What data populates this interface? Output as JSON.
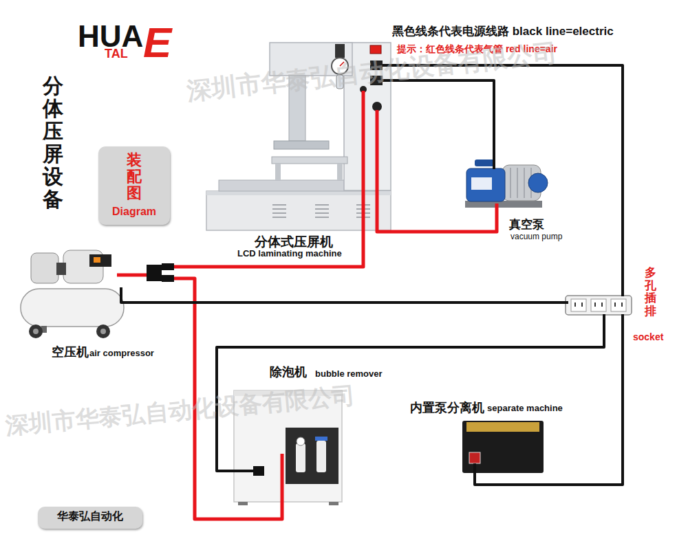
{
  "diagram": {
    "title": "分体压屏设备",
    "nodes": [
      {
        "text": [
          "装配图",
          "Diagram"
        ]
      },
      {
        "text": [
          "分体式压屏机",
          "LCD laminating machine"
        ]
      },
      {
        "text": [
          "真空泵",
          "vacuum pump"
        ]
      },
      {
        "text": [
          "空压机",
          "air compressor"
        ]
      },
      {
        "text": [
          "多孔插排",
          "socket"
        ]
      },
      {
        "text": [
          "除泡机",
          "bubble remover"
        ]
      },
      {
        "text": [
          "内置泵分离机",
          "separate machine"
        ]
      },
      {
        "text": [
          "华泰弘自动化"
        ]
      }
    ],
    "edges": [
      {
        "from": 1,
        "to": 4,
        "arrow": "none"
      },
      {
        "from": 1,
        "to": 2,
        "arrow": "none"
      },
      {
        "from": 1,
        "to": 2,
        "arrow": "none"
      },
      {
        "from": 3,
        "to": 1,
        "arrow": "none"
      },
      {
        "from": 3,
        "to": 5,
        "arrow": "none"
      },
      {
        "from": 3,
        "to": 4,
        "arrow": "none"
      },
      {
        "from": 5,
        "to": 4,
        "arrow": "none"
      },
      {
        "from": 6,
        "to": 4,
        "arrow": "none"
      }
    ],
    "labels": [
      "HUA",
      "TAL",
      "E",
      "黑色线条代表电源线路 black line=electric",
      "提示：红色线条代表气管 red line=air",
      "深圳市华泰弘自动化设备有限公司",
      "深圳市华泰弘自动化设备有限公司"
    ]
  }
}
